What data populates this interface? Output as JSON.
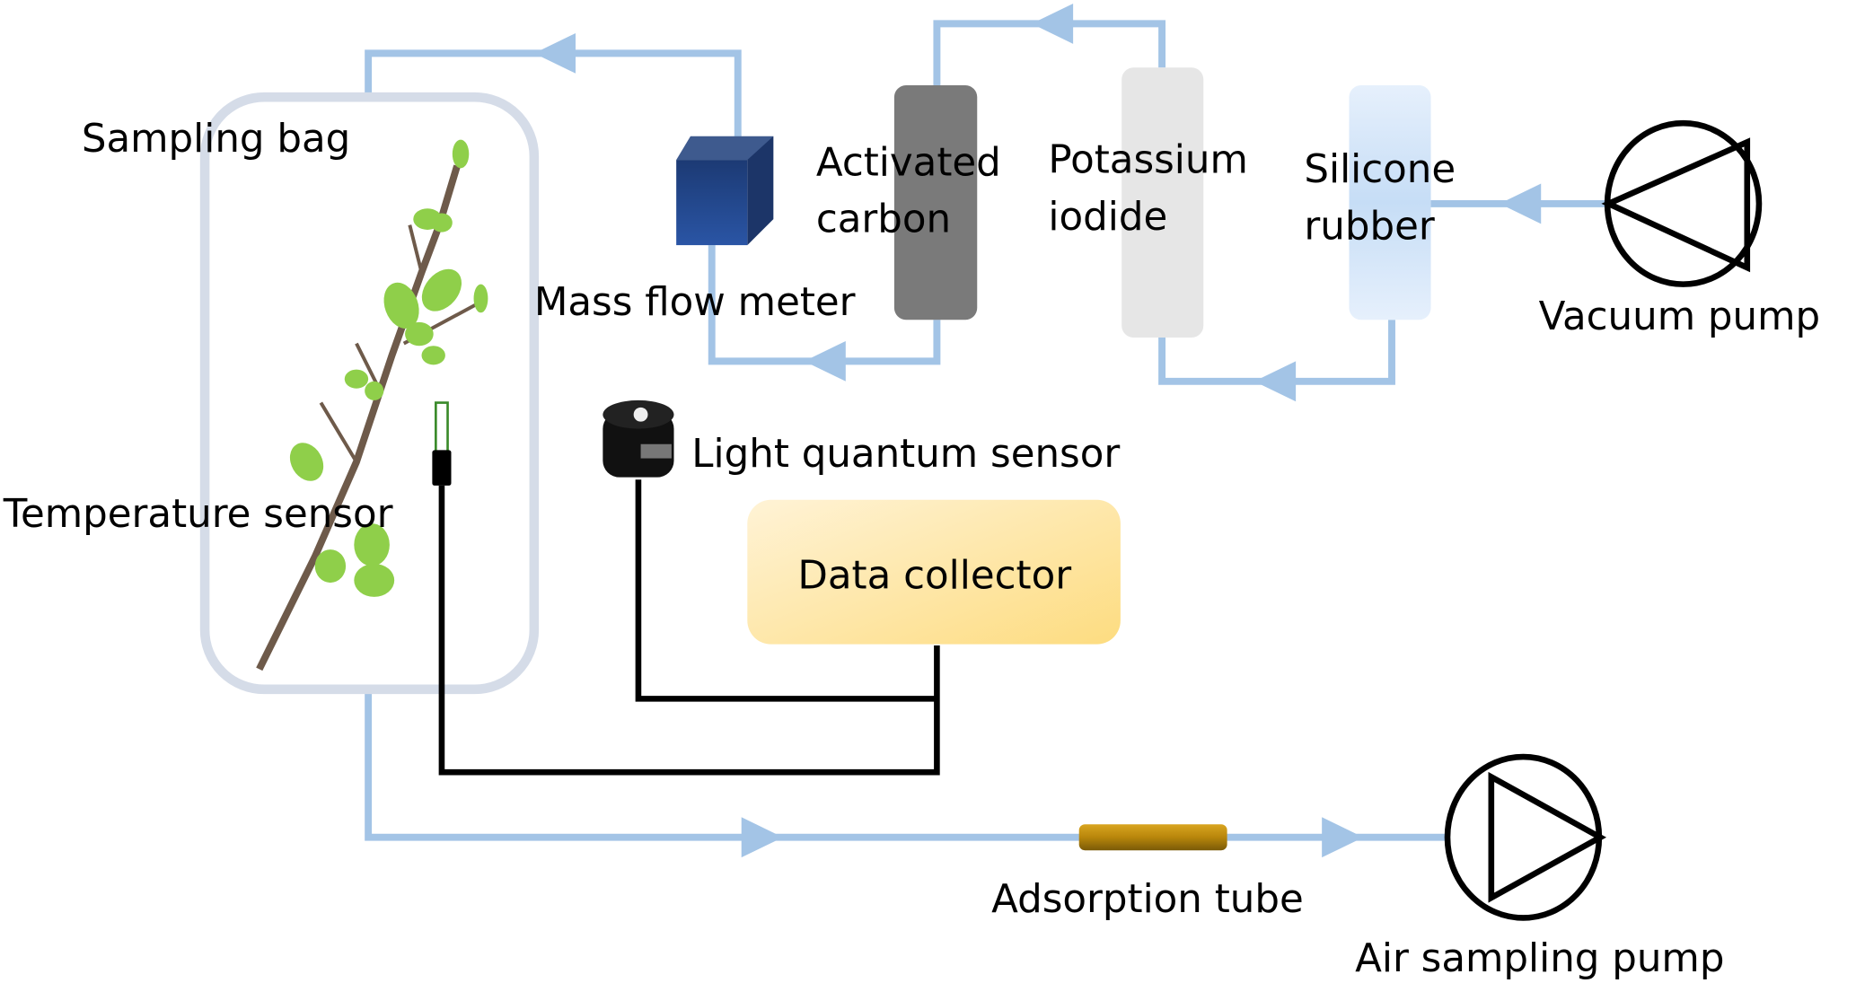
{
  "labels": {
    "sampling_bag": "Sampling bag",
    "activated_carbon_1": "Activated",
    "activated_carbon_2": "carbon",
    "potassium_iodide_1": "Potassium",
    "potassium_iodide_2": "iodide",
    "silicone_rubber_1": "Silicone",
    "silicone_rubber_2": "rubber",
    "vacuum_pump": "Vacuum pump",
    "mass_flow_meter": "Mass flow meter",
    "light_quantum_sensor": "Light quantum sensor",
    "temperature_sensor": "Temperature sensor",
    "data_collector": "Data collector",
    "adsorption_tube": "Adsorption tube",
    "air_sampling_pump": "Air sampling pump"
  },
  "colors": {
    "pipe": "#a3c4e6",
    "sampling_bag": "#d5dce8",
    "activated_carbon": "#7a7a7a",
    "potassium_iodide": "#e6e6e6",
    "silicone_rubber": "#cfe3f8",
    "mass_flow_meter": "#24478f",
    "data_collector": "#fde08a",
    "adsorption_tube": "#b8860b"
  }
}
